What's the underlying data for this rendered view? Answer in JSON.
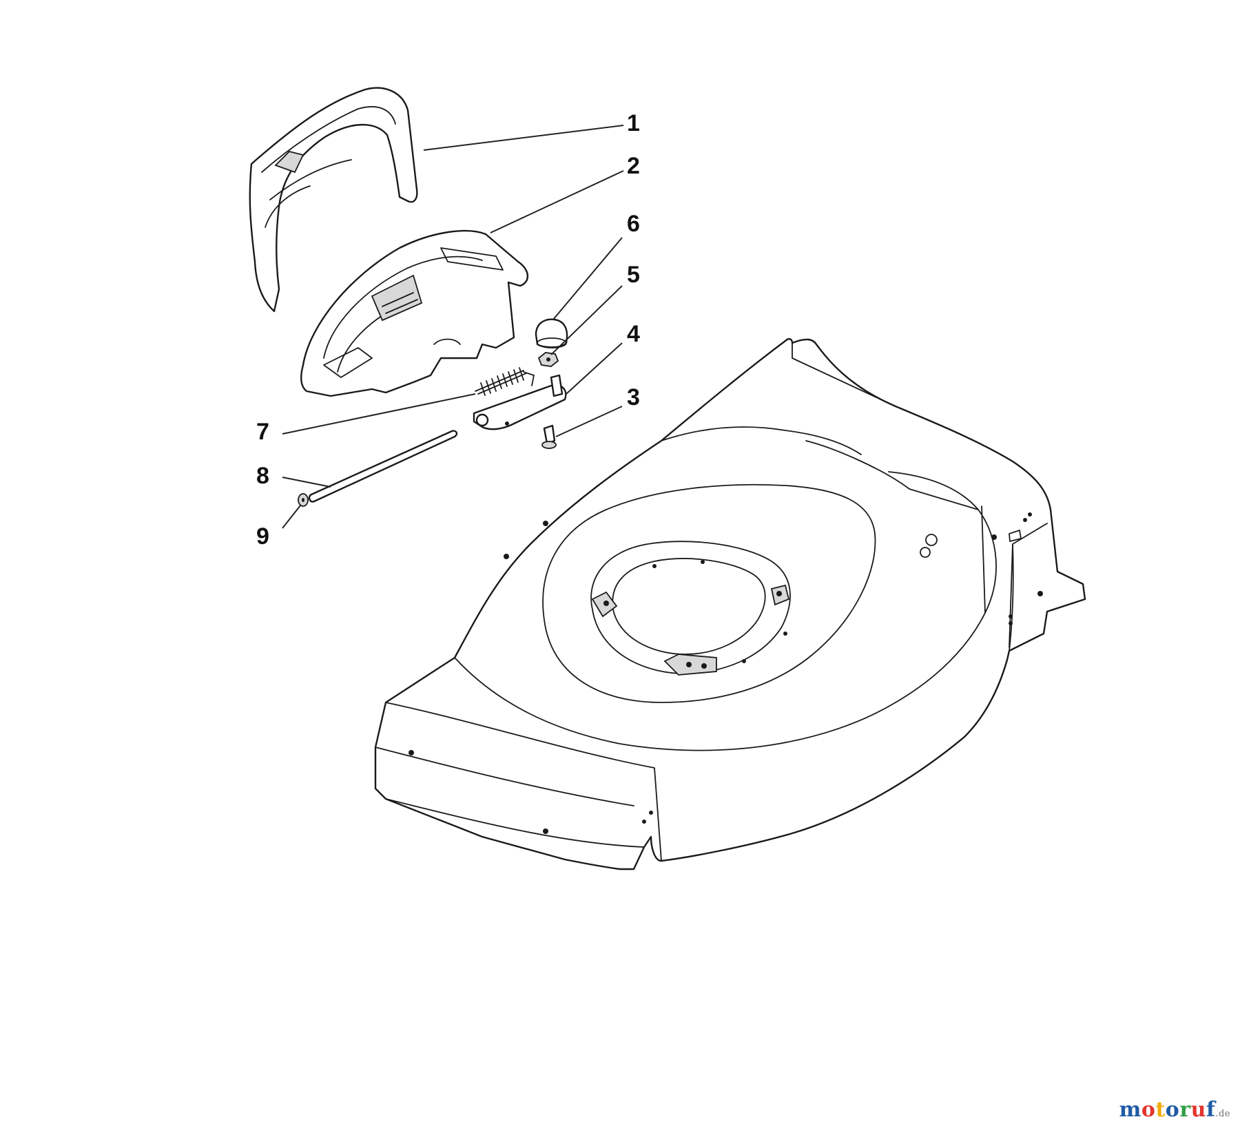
{
  "callouts": [
    {
      "id": "1",
      "label": "1"
    },
    {
      "id": "2",
      "label": "2"
    },
    {
      "id": "3",
      "label": "3"
    },
    {
      "id": "4",
      "label": "4"
    },
    {
      "id": "5",
      "label": "5"
    },
    {
      "id": "6",
      "label": "6"
    },
    {
      "id": "7",
      "label": "7"
    },
    {
      "id": "8",
      "label": "8"
    },
    {
      "id": "9",
      "label": "9"
    }
  ],
  "watermark": {
    "main": "motoruf",
    "suffix": ".de",
    "colors": [
      "#1f5aa6",
      "#e2342d",
      "#f2a900",
      "#1f5aa6",
      "#2f9e44",
      "#e2342d",
      "#1f5aa6"
    ]
  },
  "parts": {
    "1": "rear-flap-cover",
    "2": "rear-flap",
    "3": "bolt",
    "4": "hinge-bracket",
    "5": "nut",
    "6": "cap-nut",
    "7": "torsion-spring",
    "8": "pivot-rod",
    "9": "retaining-washer",
    "deck": "mower-deck"
  }
}
